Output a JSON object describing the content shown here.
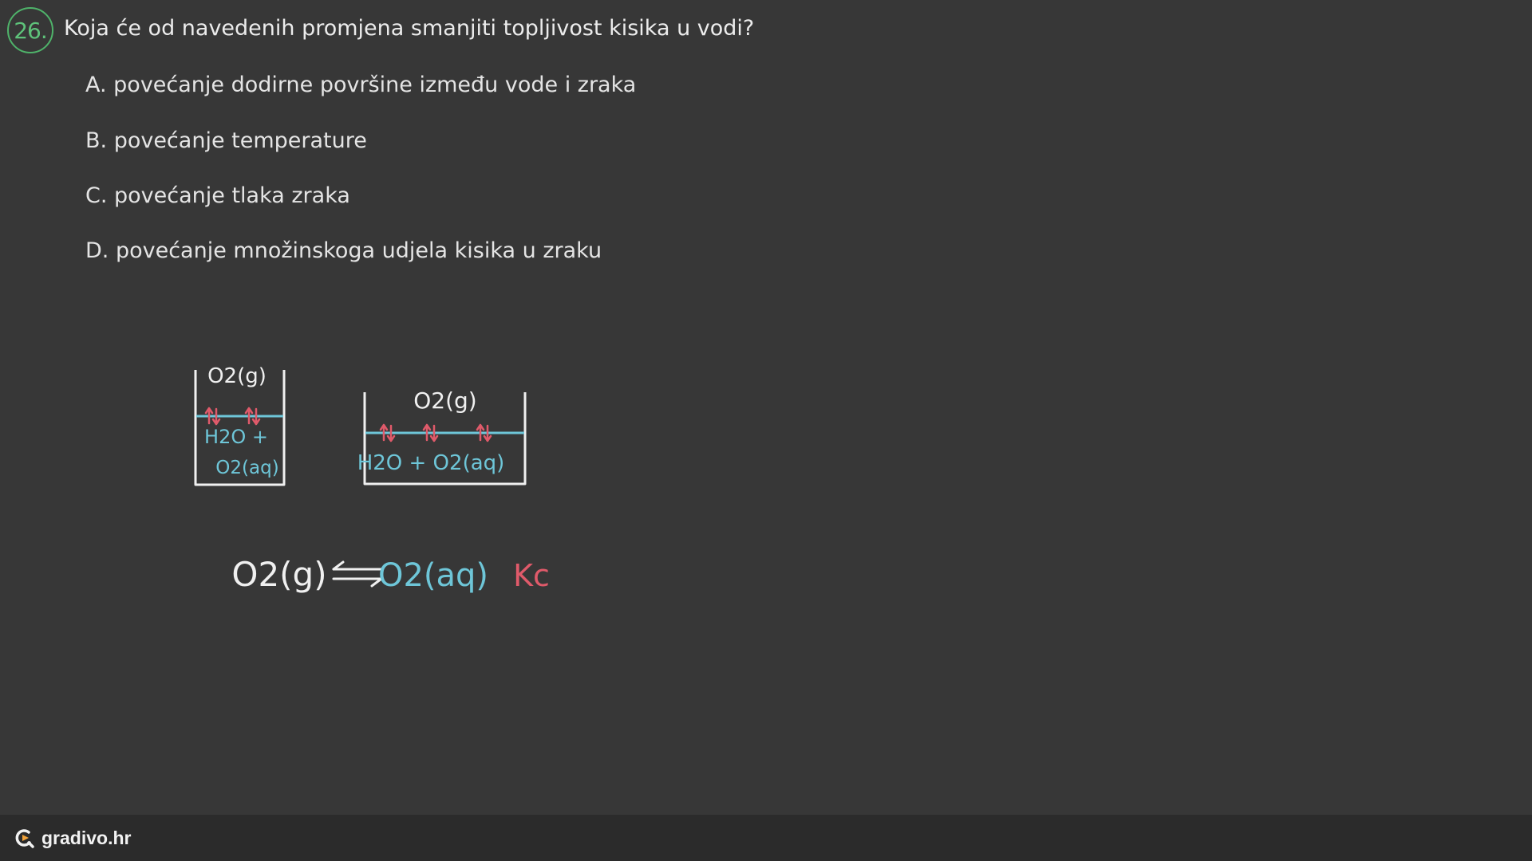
{
  "question": {
    "number": "26.",
    "text": "Koja će od navedenih promjena smanjiti topljivost kisika u vodi?"
  },
  "options": [
    {
      "label": "A. povećanje dodirne površine između vode i zraka"
    },
    {
      "label": "B. povećanje temperature"
    },
    {
      "label": "C. povećanje tlaka zraka"
    },
    {
      "label": "D. povećanje množinskoga udjela kisika u zraku"
    }
  ],
  "diagram": {
    "beaker_small": {
      "gas_label": "O2(g)",
      "liquid_line1": "H2O +",
      "liquid_line2": "O2(aq)"
    },
    "beaker_wide": {
      "gas_label": "O2(g)",
      "liquid_label": "H2O + O2(aq)"
    },
    "equation": {
      "left": "O2(g)",
      "right": "O2(aq)",
      "constant": "Kc"
    },
    "colors": {
      "chalk": "#f0f0f0",
      "water": "#6ec6d8",
      "arrows": "#e05a6a",
      "badge": "#4fb36a"
    }
  },
  "footer": {
    "brand": "gradivo.hr",
    "logo_icon": "gradivo-logo-icon"
  }
}
